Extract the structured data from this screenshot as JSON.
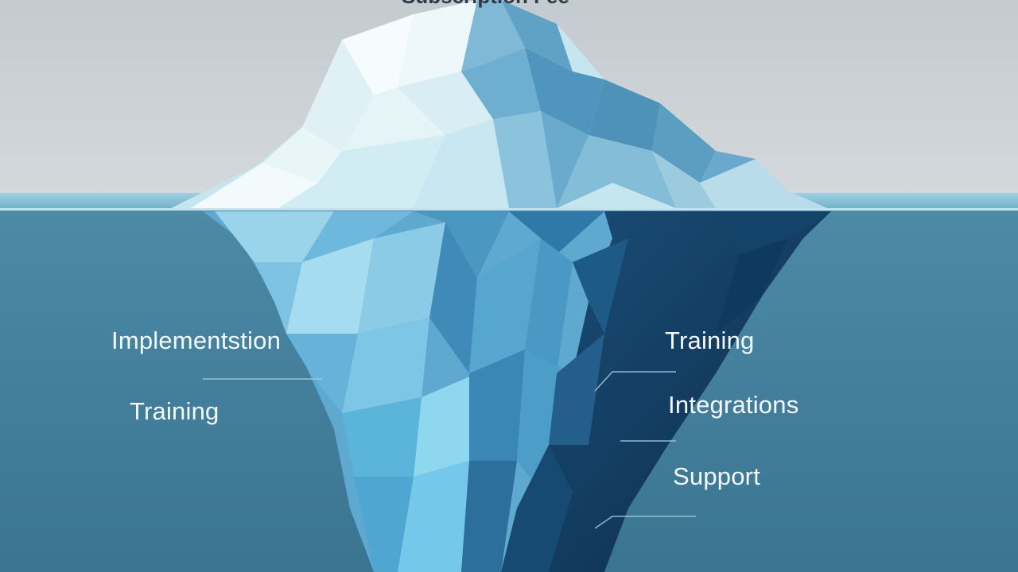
{
  "diagram": {
    "title": "Subscription Fee",
    "labels": {
      "implementation": "Implementstion",
      "training_left": "Training",
      "training_right": "Training",
      "integrations": "Integrations",
      "support": "Support"
    }
  },
  "colors": {
    "sky": "#c9cfd3",
    "water_surface": "#9bc8d9",
    "water_deep": "#3e7c98",
    "ice_light": "#eaf6f8",
    "ice_mid": "#88c2dc",
    "ice_dark": "#0f3559",
    "label_text": "#f4f8fa",
    "leader_line": "#a9ccdb"
  }
}
